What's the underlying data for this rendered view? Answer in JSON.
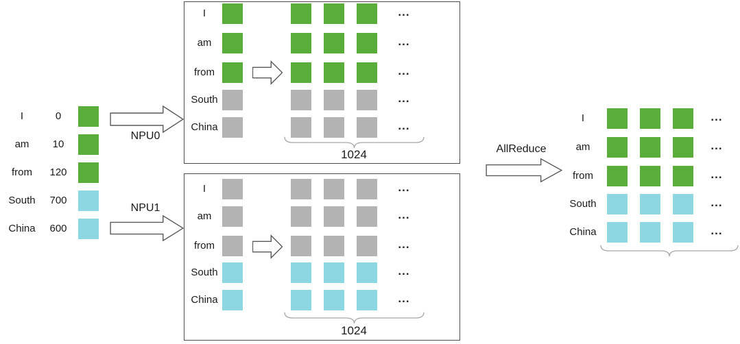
{
  "colors": {
    "green": "#5BAD3B",
    "cyan": "#8CD7E1",
    "gray": "#B3B3B3",
    "box_border": "#4D4D4D",
    "arrow_stroke": "#595959",
    "brace": "#A6A6A6",
    "text": "#1A1A1A"
  },
  "input_list": {
    "rows": [
      {
        "token": "I",
        "id": "0",
        "color": "green"
      },
      {
        "token": "am",
        "id": "10",
        "color": "green"
      },
      {
        "token": "from",
        "id": "120",
        "color": "green"
      },
      {
        "token": "South",
        "id": "700",
        "color": "cyan"
      },
      {
        "token": "China",
        "id": "600",
        "color": "cyan"
      }
    ]
  },
  "arrows": {
    "npu0_label": "NPU0",
    "npu1_label": "NPU1",
    "allreduce_label": "AllReduce"
  },
  "npu0_panel": {
    "rows": [
      {
        "token": "I",
        "color": "green"
      },
      {
        "token": "am",
        "color": "green"
      },
      {
        "token": "from",
        "color": "green"
      },
      {
        "token": "South",
        "color": "gray"
      },
      {
        "token": "China",
        "color": "gray"
      }
    ],
    "ellipsis": "...",
    "width_label": "1024"
  },
  "npu1_panel": {
    "rows": [
      {
        "token": "I",
        "color": "gray"
      },
      {
        "token": "am",
        "color": "gray"
      },
      {
        "token": "from",
        "color": "gray"
      },
      {
        "token": "South",
        "color": "cyan"
      },
      {
        "token": "China",
        "color": "cyan"
      }
    ],
    "ellipsis": "...",
    "width_label": "1024"
  },
  "output_panel": {
    "rows": [
      {
        "token": "I",
        "color": "green"
      },
      {
        "token": "am",
        "color": "green"
      },
      {
        "token": "from",
        "color": "green"
      },
      {
        "token": "South",
        "color": "cyan"
      },
      {
        "token": "China",
        "color": "cyan"
      }
    ],
    "ellipsis": "..."
  }
}
